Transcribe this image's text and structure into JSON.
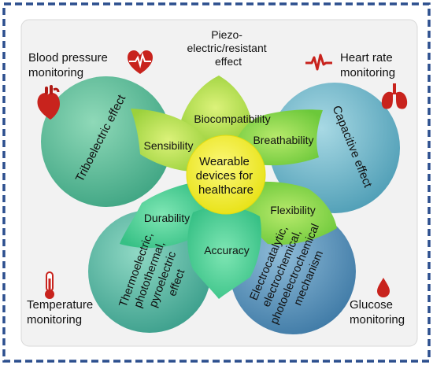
{
  "center": {
    "lines": [
      "Wearable",
      "devices for",
      "healthcare"
    ]
  },
  "petals": [
    {
      "id": "biocompatibility",
      "label": "Biocompatibility"
    },
    {
      "id": "sensibility",
      "label": "Sensibility"
    },
    {
      "id": "breathability",
      "label": "Breathability"
    },
    {
      "id": "durability",
      "label": "Durability"
    },
    {
      "id": "flexibility",
      "label": "Flexibility"
    },
    {
      "id": "accuracy",
      "label": "Accuracy"
    }
  ],
  "effects": {
    "piezo": [
      "Piezo-",
      "electric/resistant",
      "effect"
    ],
    "triboelectric": "Triboelectric effect",
    "capacitive": "Capacitive effect",
    "thermo": [
      "Thermoelectric,",
      "photothermal,",
      "pyroelectric",
      "effect"
    ],
    "electro": [
      "Electrocatalytic,",
      "electrochemical,",
      "photoelectrochemical",
      "mechanism"
    ]
  },
  "monitoring": {
    "blood_pressure": [
      "Blood pressure",
      "monitoring"
    ],
    "heart_rate": [
      "Heart rate",
      "monitoring"
    ],
    "temperature": [
      "Temperature",
      "monitoring"
    ],
    "glucose": [
      "Glucose",
      "monitoring"
    ]
  },
  "icons": {
    "heart_beat": "heart-with-pulse-icon",
    "anatomical_heart": "anatomical-heart-icon",
    "pulse_line": "heartbeat-line-icon",
    "lungs": "lungs-icon",
    "thermometer": "thermometer-icon",
    "blood_drop": "blood-drop-icon"
  },
  "colors": {
    "frame": "#2c4f8e",
    "icon_red": "#c8231d",
    "center_fill": "#f1ee1e",
    "green_circle": "#5fbf9e",
    "blue_circle": "#6fb7c9",
    "teal_circle": "#56b8a6",
    "steel_circle": "#5b92b9"
  }
}
